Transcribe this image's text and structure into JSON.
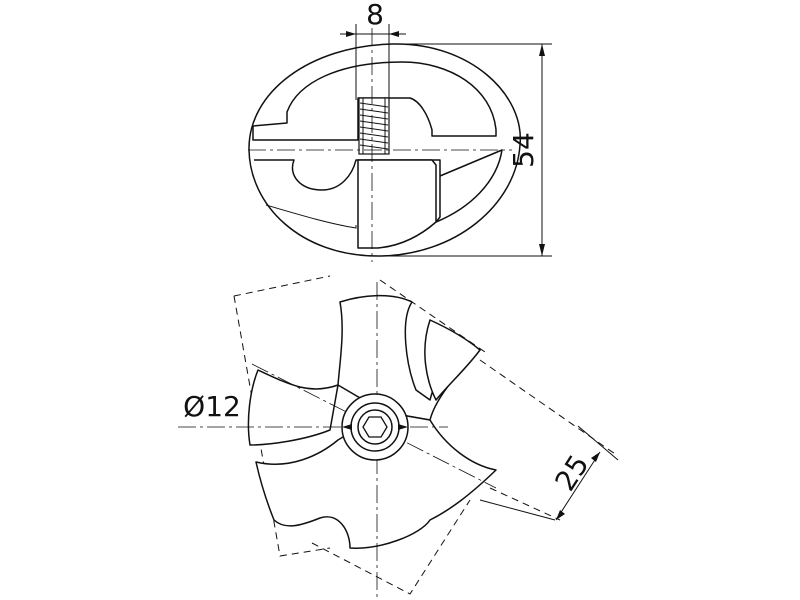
{
  "dimensions": {
    "width_top": "8",
    "height_overall": "54",
    "hole_diameter": "Ø12",
    "arm_width": "25"
  },
  "views": {
    "top": {
      "icon": "cable-clamp-side-view"
    },
    "bottom": {
      "icon": "three-arm-clamp-plan-view"
    }
  }
}
